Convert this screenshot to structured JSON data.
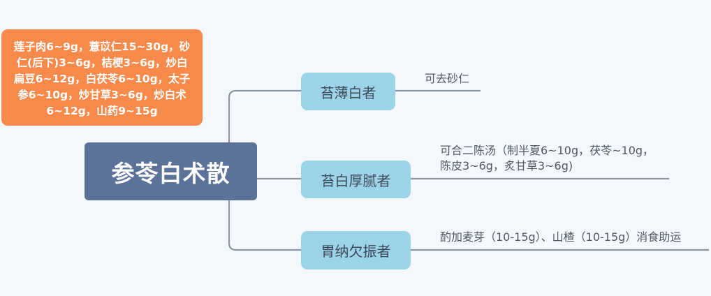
{
  "mindmap": {
    "root": "参苓白术散",
    "note": {
      "lines": [
        "莲子肉6~9g，薏苡仁15~30g，砂",
        "仁(后下)3~6g，桔梗3~6g，炒白",
        "扁豆6~12g，白茯苓6~10g，太子",
        "参6~10g，炒甘草3~6g，炒白术",
        "6~12g，山药9~15g"
      ]
    },
    "branches": [
      {
        "label": "苔薄白者",
        "leaf": {
          "lines": [
            "可去砂仁"
          ]
        }
      },
      {
        "label": "苔白厚腻者",
        "leaf": {
          "lines": [
            "可合二陈汤（制半夏6~10g，茯苓~10g，",
            "陈皮3~6g，炙甘草3~6g)"
          ]
        }
      },
      {
        "label": "胃纳欠振者",
        "leaf": {
          "lines": [
            "酌加麦芽（10-15g）、山楂（10-15g）消食助运"
          ]
        }
      }
    ]
  },
  "colors": {
    "root_fill": "#5b7299",
    "branch_fill": "#9bd3e8",
    "note_fill": "#f7894a",
    "connector": "#8c96a3",
    "background": "#f4f8fc"
  }
}
